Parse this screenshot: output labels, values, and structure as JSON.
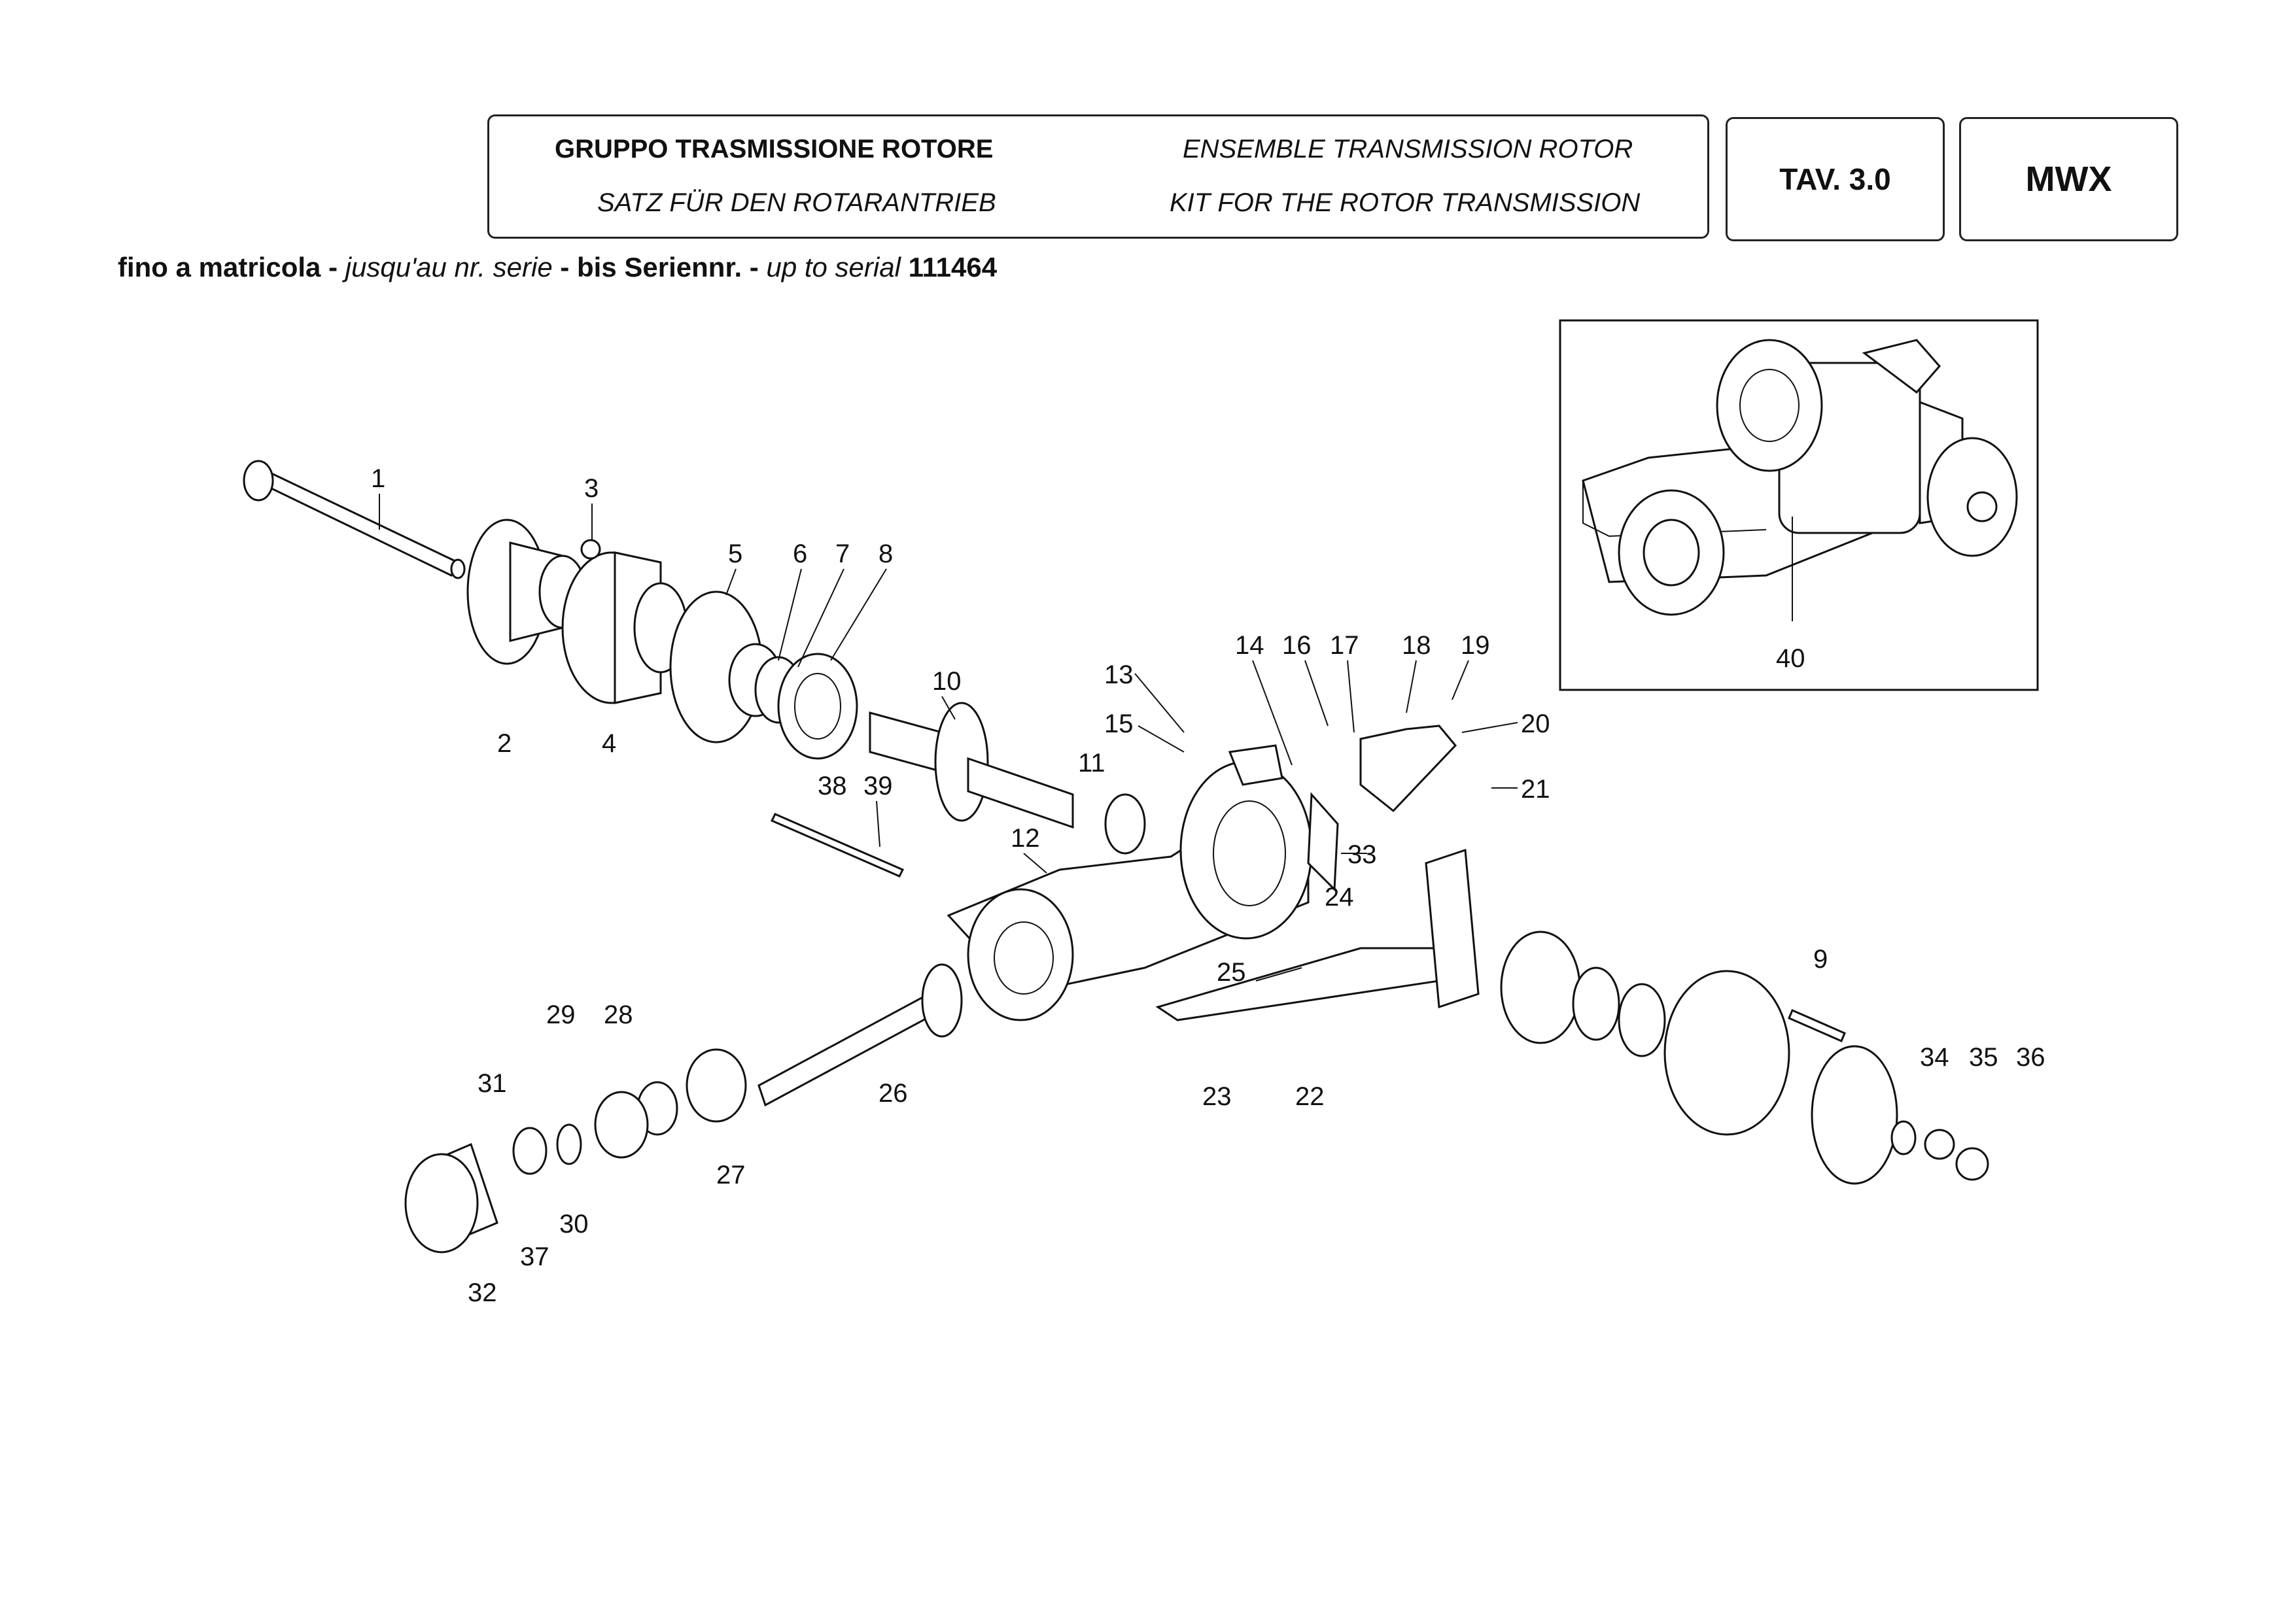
{
  "header": {
    "title_it": "GRUPPO TRASMISSIONE ROTORE",
    "title_fr": "ENSEMBLE TRANSMISSION ROTOR",
    "title_de": "SATZ FÜR DEN ROTARANTRIEB",
    "title_en": "KIT FOR THE ROTOR TRANSMISSION",
    "table": "TAV. 3.0",
    "model": "MWX"
  },
  "serial_line": {
    "it_label": "fino a matricola - ",
    "fr_label": "jusqu'au nr. serie",
    "sep1": " - ",
    "de_label": "bis Seriennr. - ",
    "en_label": "up to serial ",
    "serial": "111464"
  },
  "callouts": [
    "1",
    "2",
    "3",
    "4",
    "5",
    "6",
    "7",
    "8",
    "10",
    "11",
    "12",
    "13",
    "14",
    "15",
    "16",
    "17",
    "18",
    "19",
    "20",
    "21",
    "33",
    "24",
    "25",
    "38",
    "39",
    "29",
    "28",
    "31",
    "30",
    "37",
    "32",
    "26",
    "27",
    "22",
    "23",
    "9",
    "34",
    "35",
    "36",
    "40"
  ],
  "colors": {
    "line": "#111111",
    "background": "#ffffff"
  }
}
